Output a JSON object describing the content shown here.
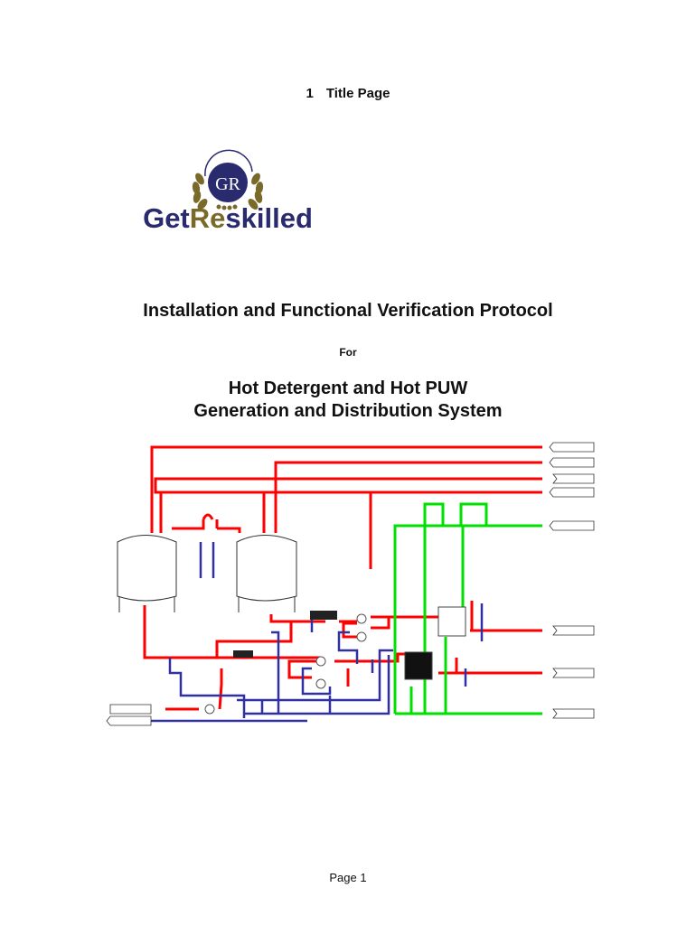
{
  "section": {
    "number": "1",
    "title": "Title Page"
  },
  "logo": {
    "text_part1": "Get",
    "text_part2": "Re",
    "text_part3": "skilled",
    "monogram": "GR",
    "colors": {
      "navy": "#2a2a6e",
      "gold": "#7a6a2a"
    }
  },
  "document": {
    "title": "Installation and Functional Verification Protocol",
    "for_label": "For",
    "subtitle_line1": "Hot Detergent and Hot PUW",
    "subtitle_line2": "Generation and Distribution System"
  },
  "diagram": {
    "description": "Process flow diagram of hot detergent and hot PUW generation and distribution system",
    "colors": {
      "hot": "#ff0000",
      "drain": "#3030a0",
      "cooling": "#00e000"
    }
  },
  "footer": {
    "page_label": "Page 1"
  }
}
